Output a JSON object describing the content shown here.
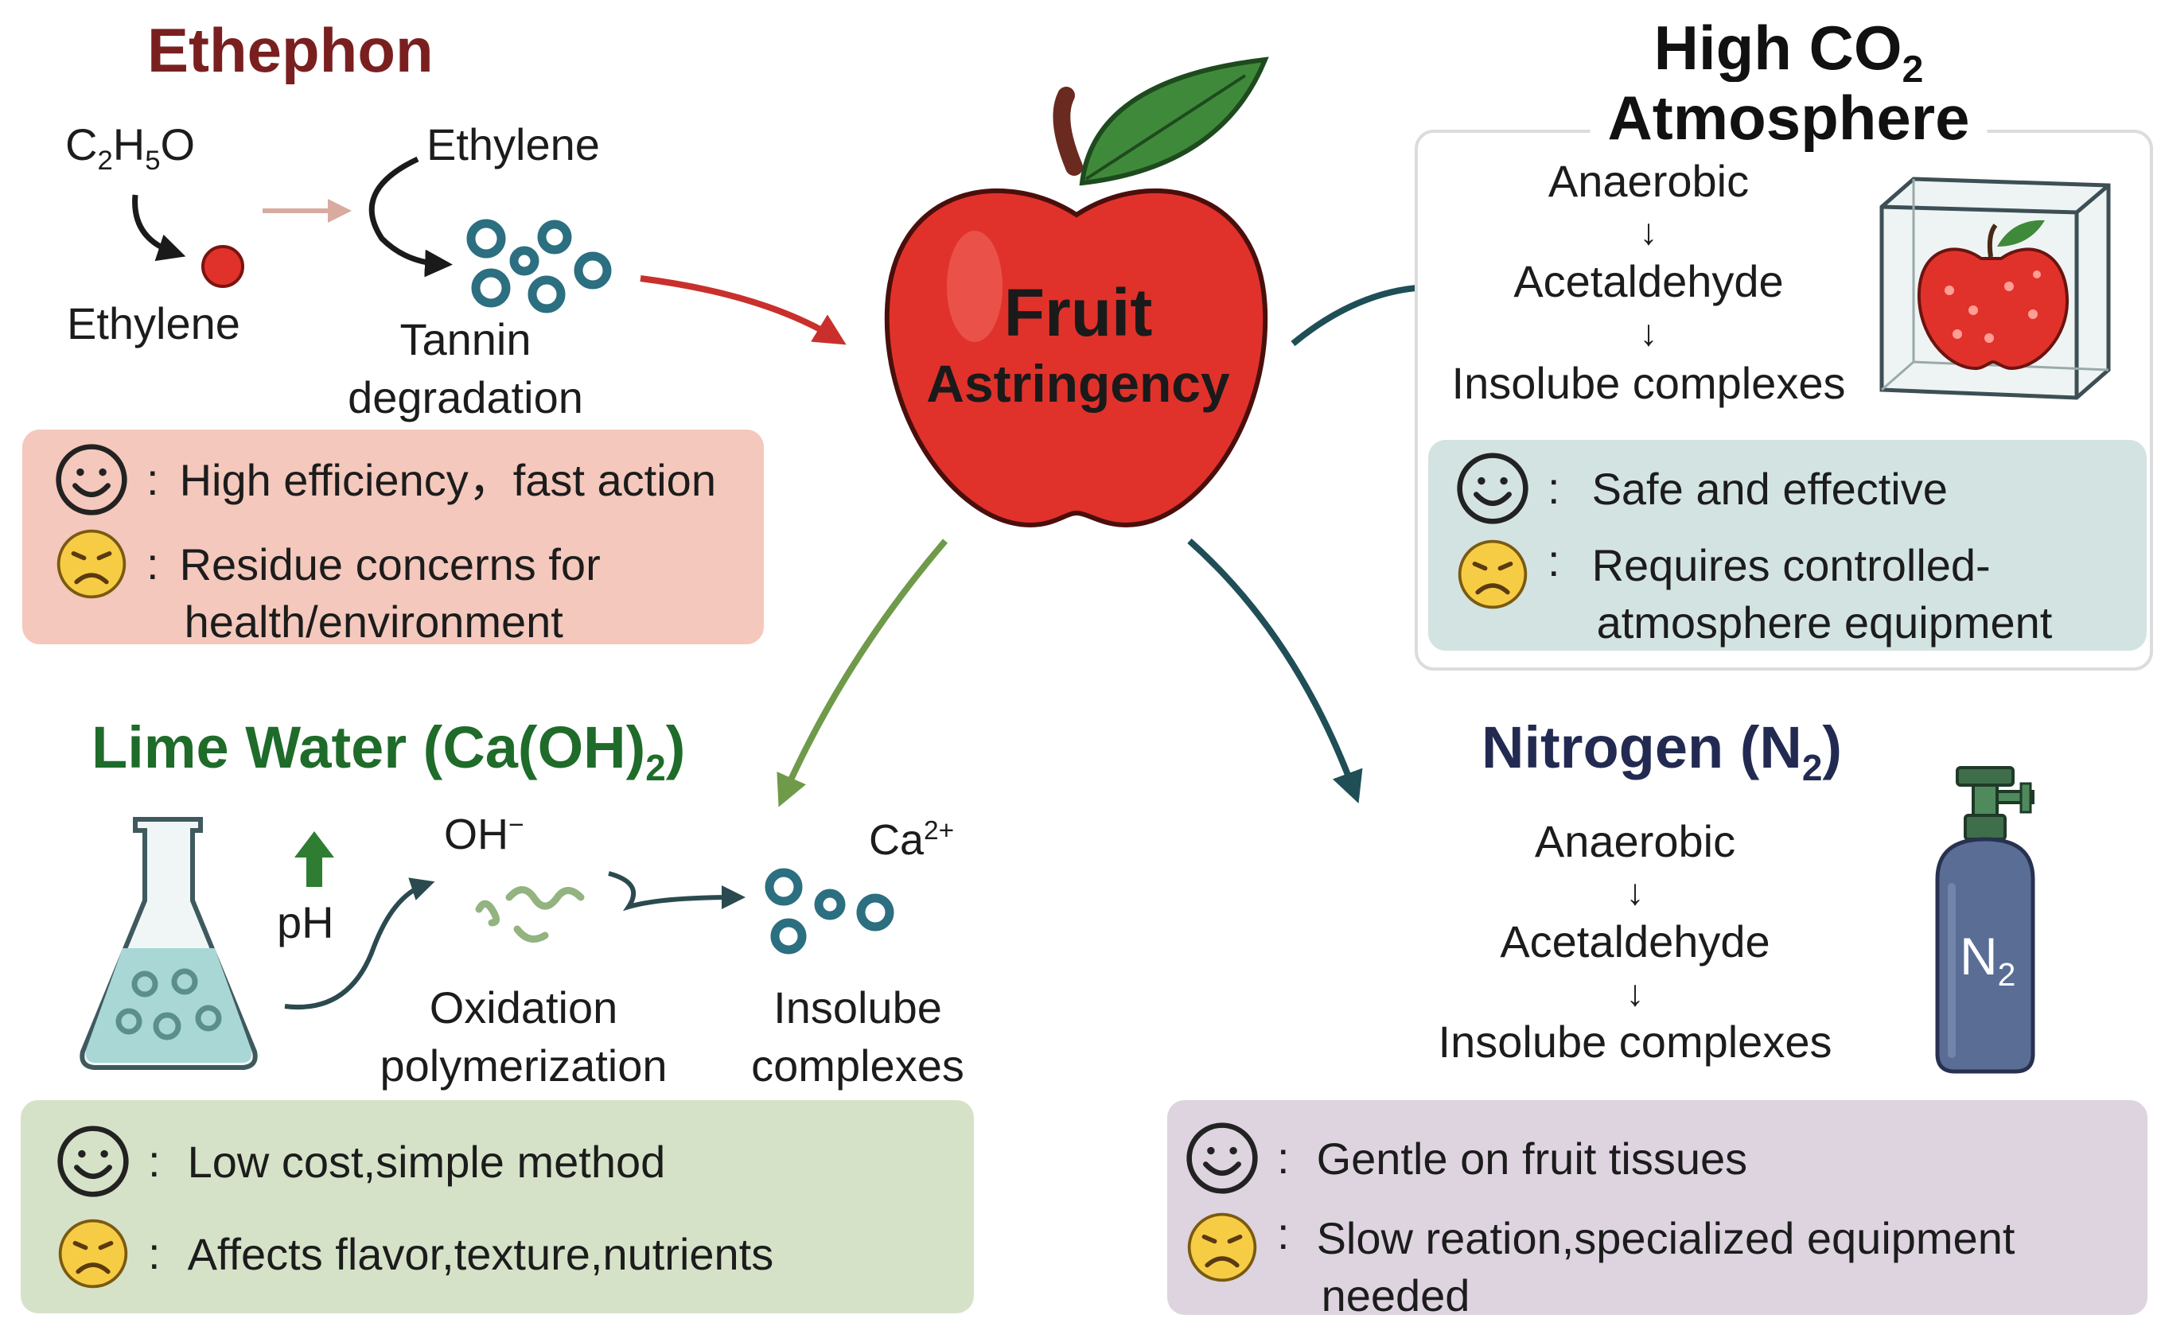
{
  "center": {
    "line1": "Fruit",
    "line2": "Astringency"
  },
  "ethephon": {
    "title": "Ethephon",
    "formula_main": "C",
    "formula_sub1": "2",
    "formula_mid": "H",
    "formula_sub2": "5",
    "formula_end": "O",
    "ethylene_label_top": "Ethylene",
    "ethylene_label_bottom": "Ethylene",
    "tannin_line1": "Tannin",
    "tannin_line2": "degradation",
    "pro": "High efficiency，fast action",
    "con_line1": "Residue concerns for",
    "con_line2": "health/environment",
    "colon": ":"
  },
  "co2": {
    "title_line1_main": "High CO",
    "title_line1_sub": "2",
    "title_line2": "Atmosphere",
    "step1": "Anaerobic",
    "step2": "Acetaldehyde",
    "step3": "Insolube complexes",
    "arrow": "↓",
    "pro": "Safe and effective",
    "con_line1": "Requires controlled-",
    "con_line2": "atmosphere equipment",
    "colon": ":"
  },
  "lime": {
    "title_main": "Lime Water (Ca(OH)",
    "title_sub": "2",
    "title_end": ")",
    "ph": "pH",
    "oh": "OH",
    "oh_sup": "−",
    "ca": "Ca",
    "ca_sup": "2+",
    "oxidation_line1": "Oxidation",
    "oxidation_line2": "polymerization",
    "insol_line1": "Insolube",
    "insol_line2": "complexes",
    "pro": "Low cost,simple method",
    "con": "Affects flavor,texture,nutrients",
    "colon": ":"
  },
  "nitrogen": {
    "title_main": "Nitrogen (N",
    "title_sub": "2",
    "title_end": ")",
    "step1": "Anaerobic",
    "step2": "Acetaldehyde",
    "step3": "Insolube complexes",
    "arrow": "↓",
    "tank_main": "N",
    "tank_sub": "2",
    "pro": "Gentle on fruit tissues",
    "con_line1": "Slow reation,specialized equipment",
    "con_line2": "needed",
    "colon": ":"
  },
  "colors": {
    "ethephon_title": "#7a1f1f",
    "ethephon_box": "#f4c8bc",
    "co2_box": "#d2e3e2",
    "lime_title": "#1e6b2a",
    "lime_box": "#d6e2c8",
    "nitrogen_title": "#232a52",
    "nitrogen_box": "#ddd4e0",
    "apple": "#e0322b",
    "face_yellow": "#f7cc45"
  }
}
